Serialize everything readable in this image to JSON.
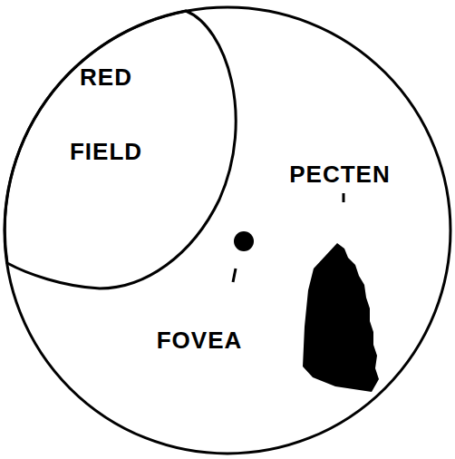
{
  "diagram": {
    "nodes": [
      {
        "text": [
          "RED FIELD"
        ]
      }
    ],
    "labels": [
      "PECTEN",
      "FOVEA"
    ]
  }
}
